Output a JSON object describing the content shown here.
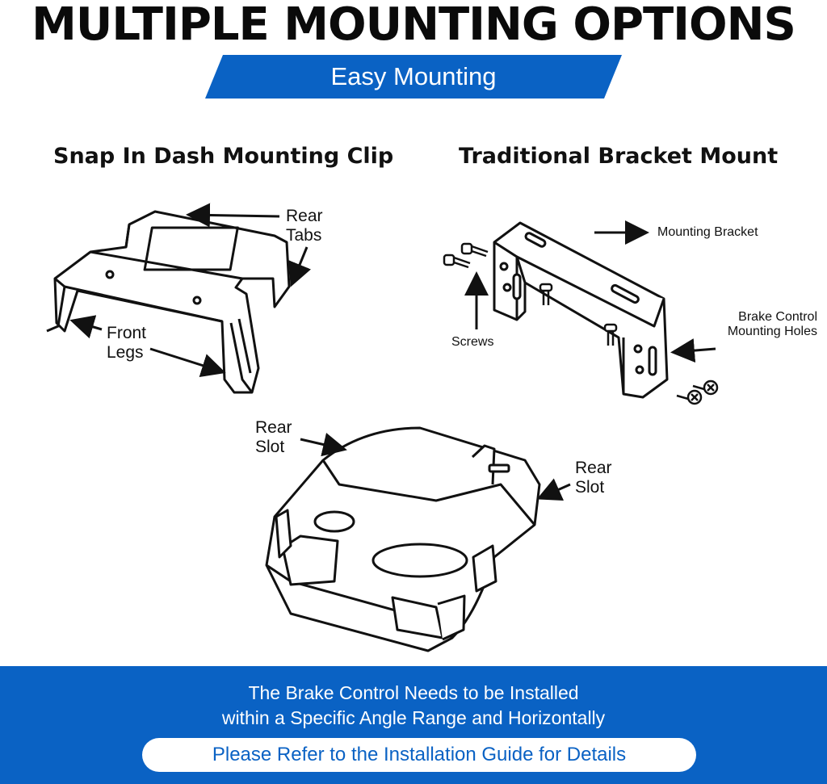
{
  "header": {
    "title": "MULTIPLE MOUNTING OPTIONS",
    "ribbon_label": "Easy Mounting",
    "ribbon_color": "#0a62c4"
  },
  "left_section": {
    "title": "Snap In Dash Mounting Clip",
    "labels": {
      "rear_tabs_line1": "Rear",
      "rear_tabs_line2": "Tabs",
      "front_legs_line1": "Front",
      "front_legs_line2": "Legs"
    }
  },
  "right_section": {
    "title": "Traditional Bracket Mount",
    "labels": {
      "mounting_bracket": "Mounting Bracket",
      "screws": "Screws",
      "holes_line1": "Brake Control",
      "holes_line2": "Mounting Holes"
    }
  },
  "device": {
    "labels": {
      "rear_slot_left_line1": "Rear",
      "rear_slot_left_line2": "Slot",
      "rear_slot_right_line1": "Rear",
      "rear_slot_right_line2": "Slot"
    }
  },
  "footer": {
    "line1": "The Brake Control Needs to be Installed",
    "line2": "within a Specific Angle Range and Horizontally",
    "button_label": "Please Refer to the Installation Guide for Details",
    "background": "#0a62c4"
  }
}
